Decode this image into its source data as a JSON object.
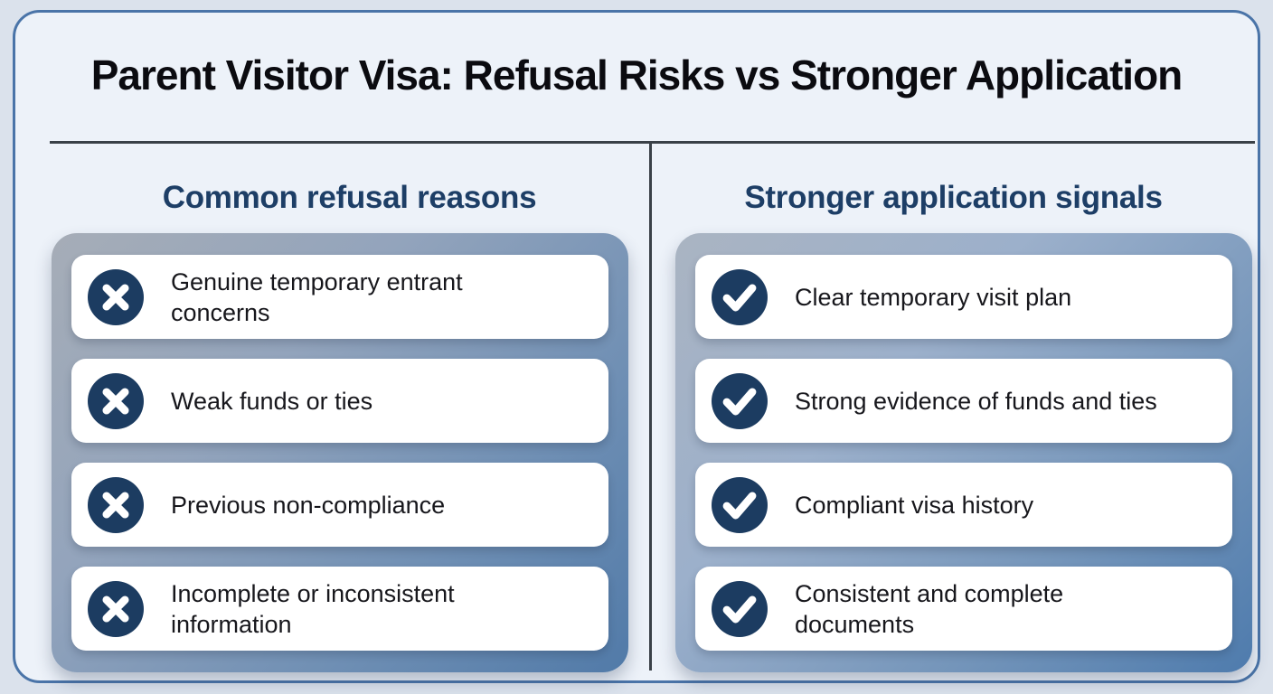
{
  "page": {
    "title": "Parent Visitor Visa: Refusal Risks vs Stronger Application"
  },
  "colors": {
    "page_background": "#dbe2ec",
    "surface_background": "#edf2f9",
    "card_border_blue": "#4a74a8",
    "divider_dark": "#3a4148",
    "heading_navy": "#1d3e66",
    "icon_circle_navy": "#1c3c61",
    "item_card_white": "#ffffff",
    "panel_gradient_start": "#a6adb7",
    "panel_gradient_end": "#4e7bad",
    "title_black": "#0b0b10"
  },
  "columns": [
    {
      "heading": "Common refusal reasons",
      "icon": "x-icon",
      "items": [
        "Genuine temporary entrant concerns",
        "Weak funds or ties",
        "Previous non-compliance",
        "Incomplete or inconsistent information"
      ]
    },
    {
      "heading": "Stronger application signals",
      "icon": "check-icon",
      "items": [
        "Clear temporary visit plan",
        "Strong evidence of funds and ties",
        "Compliant visa history",
        "Consistent and complete documents"
      ]
    }
  ]
}
